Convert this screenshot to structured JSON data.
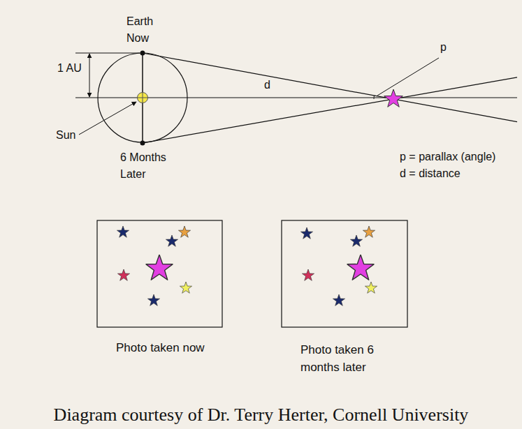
{
  "diagram": {
    "caption": "Diagram courtesy of Dr. Terry Herter, Cornell University",
    "labels": [
      "Earth Now",
      "1 AU",
      "p",
      "d",
      "Sun",
      "6 Months Later",
      "p = parallax (angle)",
      "d = distance",
      "Photo taken now",
      "Photo taken 6 months later"
    ]
  }
}
